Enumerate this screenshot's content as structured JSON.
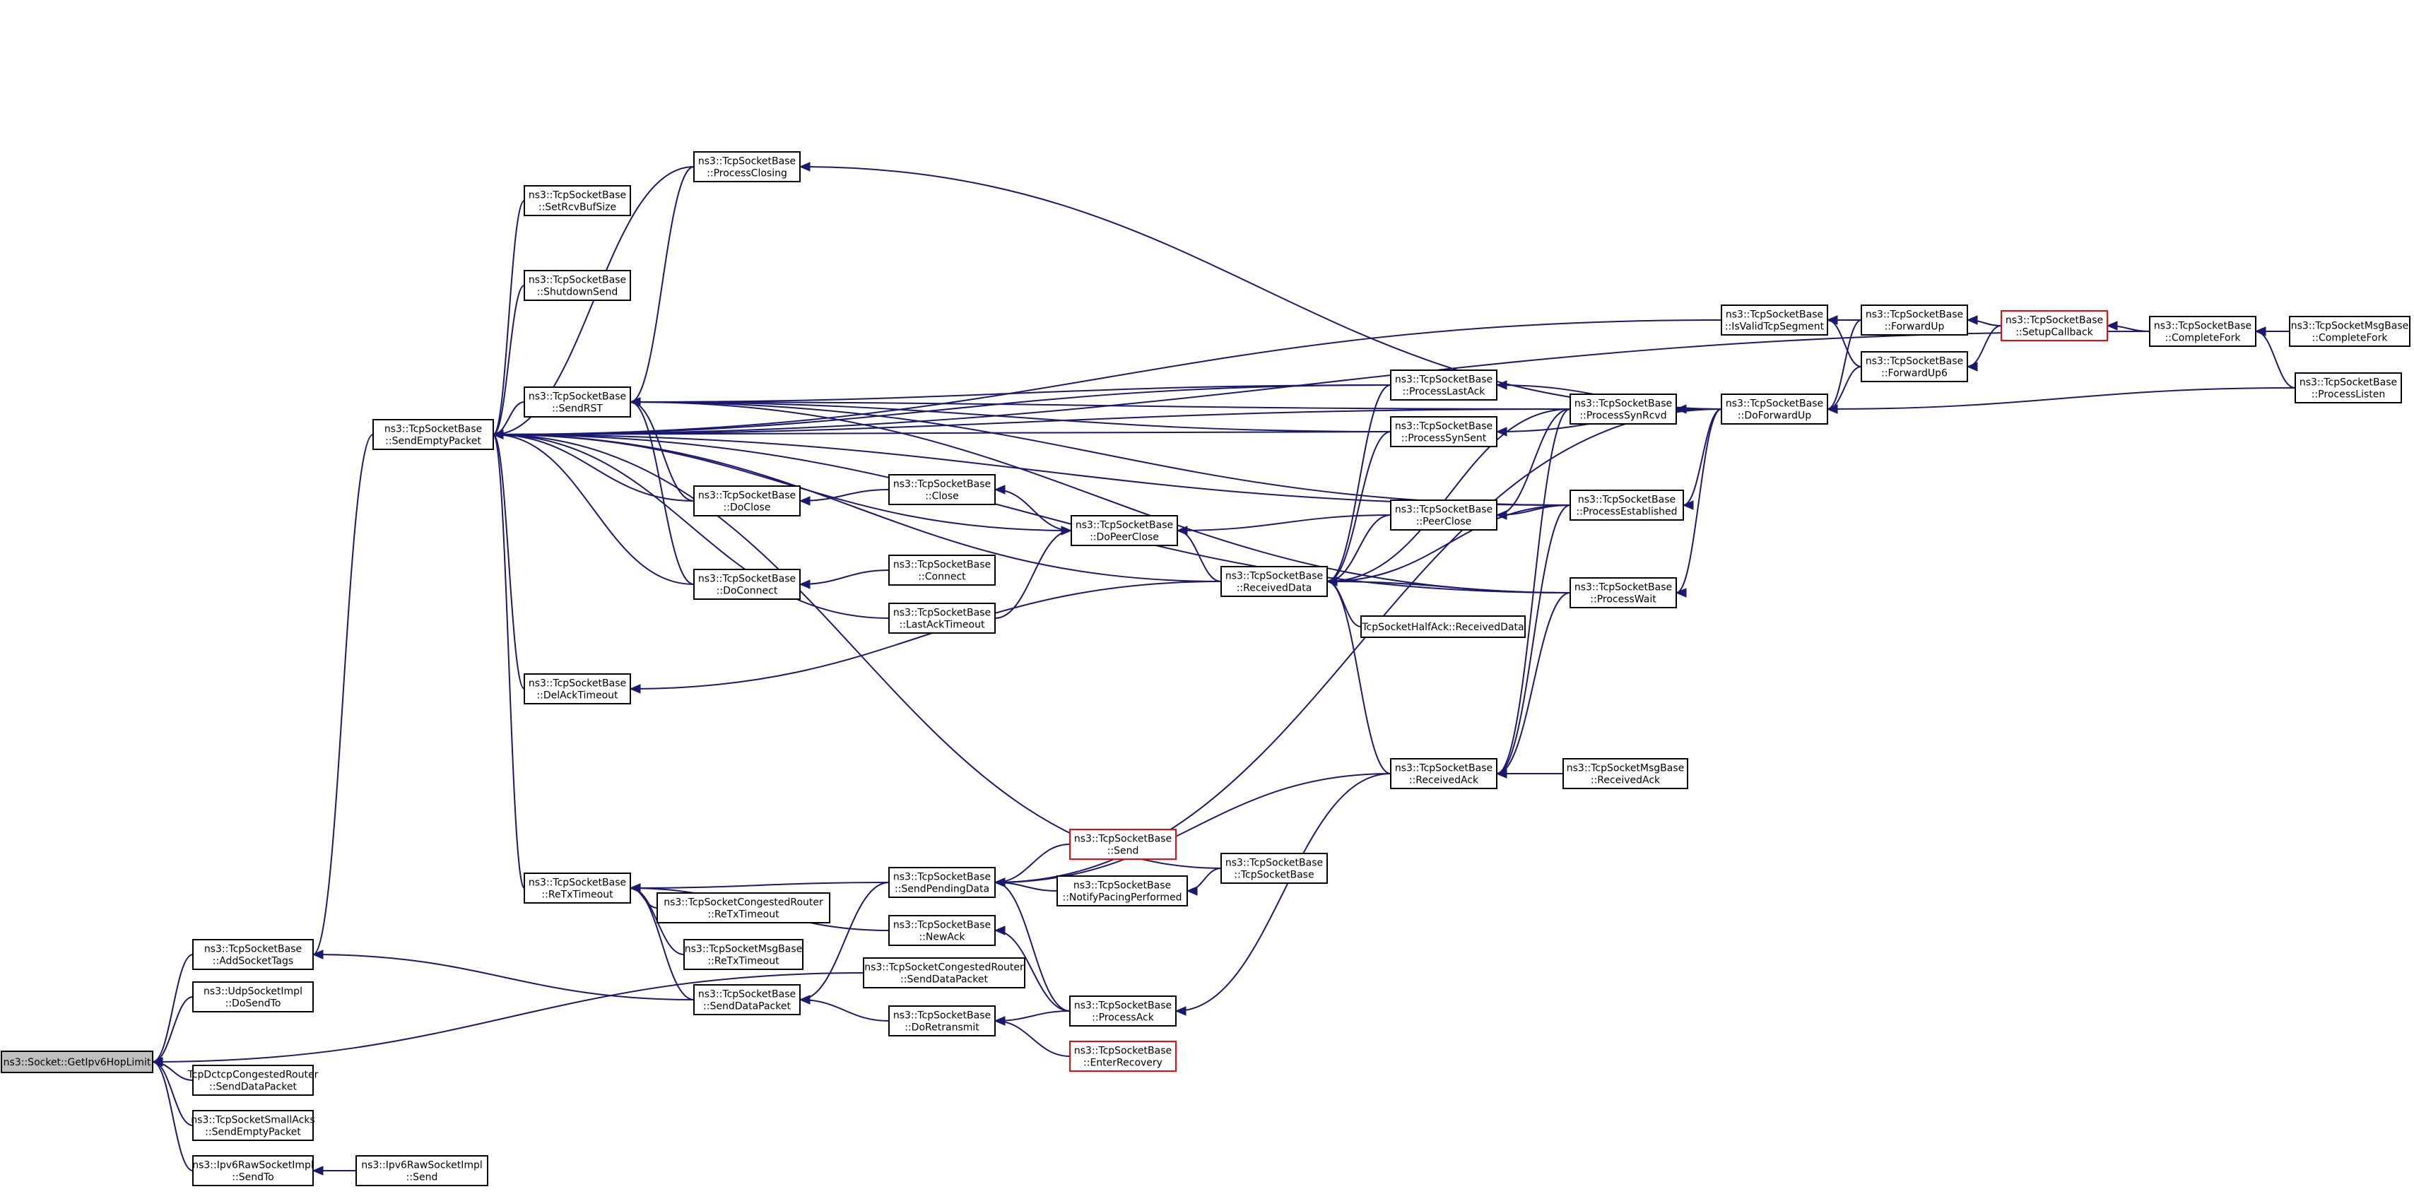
{
  "nodes": [
    {
      "id": "root",
      "lines": [
        "ns3::Socket::GetIpv6HopLimit"
      ],
      "style": "grey"
    },
    {
      "id": "addtags",
      "lines": [
        "ns3::TcpSocketBase",
        "::AddSocketTags"
      ]
    },
    {
      "id": "udpsend",
      "lines": [
        "ns3::UdpSocketImpl",
        "::DoSendTo"
      ]
    },
    {
      "id": "dctcp",
      "lines": [
        "TcpDctcpCongestedRouter",
        "::SendDataPacket"
      ]
    },
    {
      "id": "smallacks",
      "lines": [
        "ns3::TcpSocketSmallAcks",
        "::SendEmptyPacket"
      ]
    },
    {
      "id": "rawsendto",
      "lines": [
        "ns3::Ipv6RawSocketImpl",
        "::SendTo"
      ]
    },
    {
      "id": "rawsend",
      "lines": [
        "ns3::Ipv6RawSocketImpl",
        "::Send"
      ]
    },
    {
      "id": "sendempty",
      "lines": [
        "ns3::TcpSocketBase",
        "::SendEmptyPacket"
      ]
    },
    {
      "id": "setrcv",
      "lines": [
        "ns3::TcpSocketBase",
        "::SetRcvBufSize"
      ]
    },
    {
      "id": "shutdown",
      "lines": [
        "ns3::TcpSocketBase",
        "::ShutdownSend"
      ]
    },
    {
      "id": "sendrst",
      "lines": [
        "ns3::TcpSocketBase",
        "::SendRST"
      ]
    },
    {
      "id": "delack",
      "lines": [
        "ns3::TcpSocketBase",
        "::DelAckTimeout"
      ]
    },
    {
      "id": "retx",
      "lines": [
        "ns3::TcpSocketBase",
        "::ReTxTimeout"
      ]
    },
    {
      "id": "procclosing",
      "lines": [
        "ns3::TcpSocketBase",
        "::ProcessClosing"
      ]
    },
    {
      "id": "doclose",
      "lines": [
        "ns3::TcpSocketBase",
        "::DoClose"
      ]
    },
    {
      "id": "doconnect",
      "lines": [
        "ns3::TcpSocketBase",
        "::DoConnect"
      ]
    },
    {
      "id": "congretx",
      "lines": [
        "ns3::TcpSocketCongestedRouter",
        "::ReTxTimeout"
      ]
    },
    {
      "id": "msgretx",
      "lines": [
        "ns3::TcpSocketMsgBase",
        "::ReTxTimeout"
      ]
    },
    {
      "id": "senddata",
      "lines": [
        "ns3::TcpSocketBase",
        "::SendDataPacket"
      ]
    },
    {
      "id": "congsend",
      "lines": [
        "ns3::TcpSocketCongestedRouter",
        "::SendDataPacket"
      ]
    },
    {
      "id": "close",
      "lines": [
        "ns3::TcpSocketBase",
        "::Close"
      ]
    },
    {
      "id": "connect",
      "lines": [
        "ns3::TcpSocketBase",
        "::Connect"
      ]
    },
    {
      "id": "lastacktimeout",
      "lines": [
        "ns3::TcpSocketBase",
        "::LastAckTimeout"
      ]
    },
    {
      "id": "sendpending",
      "lines": [
        "ns3::TcpSocketBase",
        "::SendPendingData"
      ]
    },
    {
      "id": "newack",
      "lines": [
        "ns3::TcpSocketBase",
        "::NewAck"
      ]
    },
    {
      "id": "doretransmit",
      "lines": [
        "ns3::TcpSocketBase",
        "::DoRetransmit"
      ]
    },
    {
      "id": "send",
      "lines": [
        "ns3::TcpSocketBase",
        "::Send"
      ],
      "style": "red"
    },
    {
      "id": "notifypacing",
      "lines": [
        "ns3::TcpSocketBase",
        "::NotifyPacingPerformed"
      ]
    },
    {
      "id": "dopeerclose",
      "lines": [
        "ns3::TcpSocketBase",
        "::DoPeerClose"
      ]
    },
    {
      "id": "processack",
      "lines": [
        "ns3::TcpSocketBase",
        "::ProcessAck"
      ]
    },
    {
      "id": "enterrecovery",
      "lines": [
        "ns3::TcpSocketBase",
        "::EnterRecovery"
      ],
      "style": "red"
    },
    {
      "id": "ctor",
      "lines": [
        "ns3::TcpSocketBase",
        "::TcpSocketBase"
      ]
    },
    {
      "id": "receiveddata",
      "lines": [
        "ns3::TcpSocketBase",
        "::ReceivedData"
      ]
    },
    {
      "id": "halfack",
      "lines": [
        "TcpSocketHalfAck::ReceivedData"
      ]
    },
    {
      "id": "proclastack",
      "lines": [
        "ns3::TcpSocketBase",
        "::ProcessLastAck"
      ]
    },
    {
      "id": "procsynsent",
      "lines": [
        "ns3::TcpSocketBase",
        "::ProcessSynSent"
      ]
    },
    {
      "id": "peerclose",
      "lines": [
        "ns3::TcpSocketBase",
        "::PeerClose"
      ]
    },
    {
      "id": "receivedack",
      "lines": [
        "ns3::TcpSocketBase",
        "::ReceivedAck"
      ]
    },
    {
      "id": "procsynrcvd",
      "lines": [
        "ns3::TcpSocketBase",
        "::ProcessSynRcvd"
      ]
    },
    {
      "id": "procest",
      "lines": [
        "ns3::TcpSocketBase",
        "::ProcessEstablished"
      ]
    },
    {
      "id": "procwait",
      "lines": [
        "ns3::TcpSocketBase",
        "::ProcessWait"
      ]
    },
    {
      "id": "msgreceivedack",
      "lines": [
        "ns3::TcpSocketMsgBase",
        "::ReceivedAck"
      ]
    },
    {
      "id": "isvalid",
      "lines": [
        "ns3::TcpSocketBase",
        "::IsValidTcpSegment"
      ]
    },
    {
      "id": "doforwardup",
      "lines": [
        "ns3::TcpSocketBase",
        "::DoForwardUp"
      ]
    },
    {
      "id": "forwardup",
      "lines": [
        "ns3::TcpSocketBase",
        "::ForwardUp"
      ]
    },
    {
      "id": "forwardup6",
      "lines": [
        "ns3::TcpSocketBase",
        "::ForwardUp6"
      ]
    },
    {
      "id": "setupcallback",
      "lines": [
        "ns3::TcpSocketBase",
        "::SetupCallback"
      ],
      "style": "red"
    },
    {
      "id": "completefork",
      "lines": [
        "ns3::TcpSocketBase",
        "::CompleteFork"
      ]
    },
    {
      "id": "msgcompletefork",
      "lines": [
        "ns3::TcpSocketMsgBase",
        "::CompleteFork"
      ]
    },
    {
      "id": "proclisten",
      "lines": [
        "ns3::TcpSocketBase",
        "::ProcessListen"
      ]
    }
  ],
  "edges": [
    [
      "addtags",
      "root"
    ],
    [
      "udpsend",
      "root"
    ],
    [
      "dctcp",
      "root"
    ],
    [
      "smallacks",
      "root"
    ],
    [
      "rawsendto",
      "root"
    ],
    [
      "congsend",
      "root"
    ],
    [
      "rawsend",
      "rawsendto"
    ],
    [
      "sendempty",
      "addtags"
    ],
    [
      "senddata",
      "addtags"
    ],
    [
      "setrcv",
      "sendempty"
    ],
    [
      "shutdown",
      "sendempty"
    ],
    [
      "sendrst",
      "sendempty"
    ],
    [
      "delack",
      "sendempty"
    ],
    [
      "procclosing",
      "sendempty"
    ],
    [
      "doclose",
      "sendempty"
    ],
    [
      "doconnect",
      "sendempty"
    ],
    [
      "lastacktimeout",
      "sendempty"
    ],
    [
      "dopeerclose",
      "sendempty"
    ],
    [
      "ctor",
      "sendempty"
    ],
    [
      "receiveddata",
      "sendempty"
    ],
    [
      "proclastack",
      "sendempty"
    ],
    [
      "procsynsent",
      "sendempty"
    ],
    [
      "procsynrcvd",
      "sendempty"
    ],
    [
      "procest",
      "sendempty"
    ],
    [
      "procwait",
      "sendempty"
    ],
    [
      "isvalid",
      "sendempty"
    ],
    [
      "completefork",
      "sendempty"
    ],
    [
      "retx",
      "sendempty"
    ],
    [
      "procclosing",
      "sendrst"
    ],
    [
      "doclose",
      "sendrst"
    ],
    [
      "doconnect",
      "sendrst"
    ],
    [
      "proclastack",
      "sendrst"
    ],
    [
      "procsynsent",
      "sendrst"
    ],
    [
      "procsynrcvd",
      "sendrst"
    ],
    [
      "procest",
      "sendrst"
    ],
    [
      "procwait",
      "sendrst"
    ],
    [
      "congretx",
      "retx"
    ],
    [
      "msgretx",
      "retx"
    ],
    [
      "senddata",
      "retx"
    ],
    [
      "newack",
      "retx"
    ],
    [
      "sendpending",
      "retx"
    ],
    [
      "close",
      "doclose"
    ],
    [
      "connect",
      "doconnect"
    ],
    [
      "dopeerclose",
      "close"
    ],
    [
      "lastacktimeout",
      "dopeerclose"
    ],
    [
      "receiveddata",
      "delack"
    ],
    [
      "sendpending",
      "senddata"
    ],
    [
      "doretransmit",
      "senddata"
    ],
    [
      "send",
      "sendpending"
    ],
    [
      "notifypacing",
      "sendpending"
    ],
    [
      "receivedack",
      "sendpending"
    ],
    [
      "doforwardup",
      "sendpending"
    ],
    [
      "processack",
      "sendpending"
    ],
    [
      "ctor",
      "notifypacing"
    ],
    [
      "processack",
      "newack"
    ],
    [
      "processack",
      "doretransmit"
    ],
    [
      "enterrecovery",
      "doretransmit"
    ],
    [
      "receivedack",
      "processack"
    ],
    [
      "peerclose",
      "dopeerclose"
    ],
    [
      "receiveddata",
      "dopeerclose"
    ],
    [
      "halfack",
      "receiveddata"
    ],
    [
      "proclastack",
      "receiveddata"
    ],
    [
      "procsynsent",
      "receiveddata"
    ],
    [
      "peerclose",
      "receiveddata"
    ],
    [
      "procest",
      "receiveddata"
    ],
    [
      "procwait",
      "receiveddata"
    ],
    [
      "receivedack",
      "receiveddata"
    ],
    [
      "procsynrcvd",
      "receiveddata"
    ],
    [
      "procest",
      "peerclose"
    ],
    [
      "procsynrcvd",
      "peerclose"
    ],
    [
      "msgreceivedack",
      "receivedack"
    ],
    [
      "procest",
      "receivedack"
    ],
    [
      "procwait",
      "receivedack"
    ],
    [
      "procsynrcvd",
      "receivedack"
    ],
    [
      "doforwardup",
      "proclastack"
    ],
    [
      "doforwardup",
      "procsynsent"
    ],
    [
      "doforwardup",
      "procsynrcvd"
    ],
    [
      "doforwardup",
      "procest"
    ],
    [
      "doforwardup",
      "procwait"
    ],
    [
      "doforwardup",
      "procclosing"
    ],
    [
      "proclisten",
      "doforwardup"
    ],
    [
      "forwardup",
      "doforwardup"
    ],
    [
      "forwardup6",
      "doforwardup"
    ],
    [
      "forwardup",
      "isvalid"
    ],
    [
      "forwardup6",
      "isvalid"
    ],
    [
      "setupcallback",
      "forwardup"
    ],
    [
      "setupcallback",
      "forwardup6"
    ],
    [
      "completefork",
      "setupcallback"
    ],
    [
      "msgcompletefork",
      "completefork"
    ],
    [
      "proclisten",
      "completefork"
    ]
  ]
}
